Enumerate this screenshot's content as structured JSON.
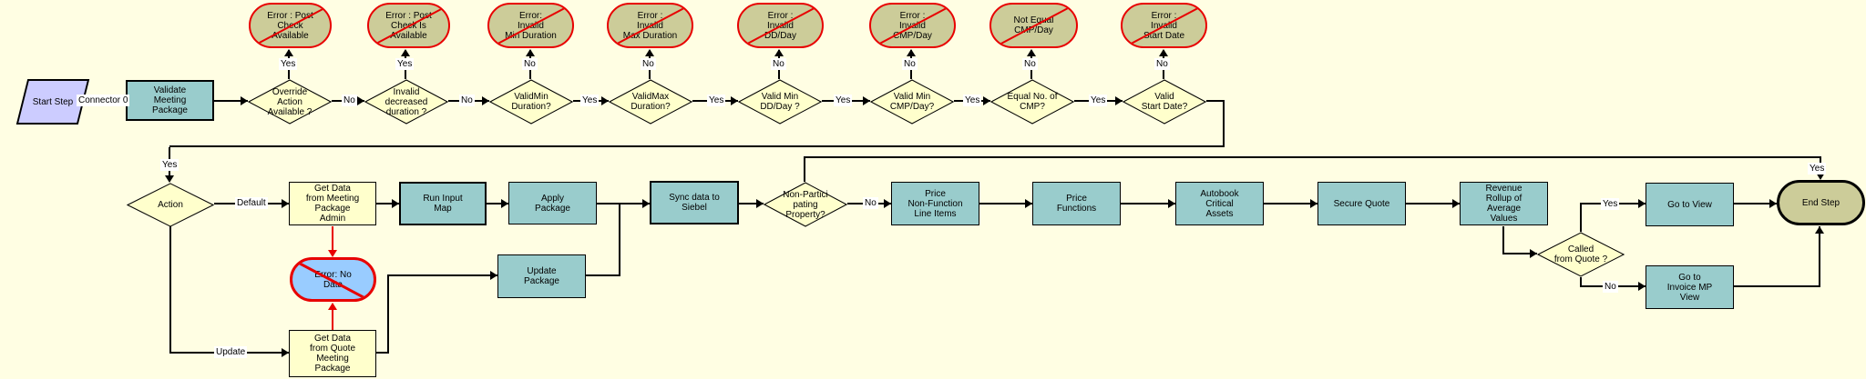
{
  "colors": {
    "background": "#FFFEE3",
    "task_fill": "#99CCCC",
    "decision_fill": "#FFFFCC",
    "data_step_fill": "#FFFFCC",
    "error_stop_fill": "#CCCC99",
    "exception_stop_fill": "#99CCFF",
    "start_fill": "#CCCCFF",
    "end_fill": "#CCCC99",
    "error_stroke": "#E80000",
    "connector": "#000000"
  },
  "nodes": {
    "start_step": {
      "label": "Start Step"
    },
    "validate_meeting_package": {
      "label": "Validate\nMeeting\nPackage"
    },
    "err_post_check_available": {
      "label": "Error : Post\nCheck\nAvailable"
    },
    "err_post_check_is_available": {
      "label": "Error : Post\nCheck Is\nAvailable"
    },
    "err_invalid_min_duration": {
      "label": "Error:\nInvalid\nMin Duration"
    },
    "err_invalid_max_duration": {
      "label": "Error :\nInvalid\nMax Duration"
    },
    "err_invalid_dd_day": {
      "label": "Error :\nInvalid\nDD/Day"
    },
    "err_invalid_cmp_day": {
      "label": "Error :\nInvalid\nCMP/Day"
    },
    "err_not_equal_cmp_day": {
      "label": "Not Equal\nCMP/Day"
    },
    "err_invalid_start_date": {
      "label": "Error :\nInvalid\nStart Date"
    },
    "dec_override_action": {
      "label": "Override\nAction\nAvailable ?"
    },
    "dec_invalid_decreased": {
      "label": "Invalid\ndecreased\nduration ?"
    },
    "dec_validmin_duration": {
      "label": "ValidMin\nDuration?"
    },
    "dec_validmax_duration": {
      "label": "ValidMax\nDuration?"
    },
    "dec_valid_min_dd_day": {
      "label": "Valid Min\nDD/Day ?"
    },
    "dec_valid_min_cmp_day": {
      "label": "Valid Min\nCMP/Day?"
    },
    "dec_equal_no_cmp": {
      "label": "Equal No. of\nCMP?"
    },
    "dec_valid_start_date": {
      "label": "Valid\nStart Date?"
    },
    "dec_action": {
      "label": "Action"
    },
    "get_data_meeting_admin": {
      "label": "Get Data\nfrom Meeting\nPackage\nAdmin"
    },
    "run_input_map": {
      "label": "Run Input\nMap"
    },
    "apply_package": {
      "label": "Apply\nPackage"
    },
    "update_package": {
      "label": "Update\nPackage"
    },
    "err_no_data": {
      "label": "Error: No\nData"
    },
    "get_data_quote": {
      "label": "Get Data\nfrom Quote\nMeeting\nPackage"
    },
    "sync_data_siebel": {
      "label": "Sync data to\nSiebel"
    },
    "dec_non_participating": {
      "label": "Non-Partici\npating\nProperty?"
    },
    "price_non_function": {
      "label": "Price\nNon-Function\nLine Items"
    },
    "price_functions": {
      "label": "Price\nFunctions"
    },
    "autobook_critical_assets": {
      "label": "Autobook\nCritical\nAssets"
    },
    "secure_quote": {
      "label": "Secure Quote"
    },
    "revenue_rollup": {
      "label": "Revenue\nRollup of\nAverage\nValues"
    },
    "dec_called_from_quote": {
      "label": "Called\nfrom Quote ?"
    },
    "go_to_view": {
      "label": "Go to View"
    },
    "go_to_invoice_mp_view": {
      "label": "Go to\nInvoice MP\nView"
    },
    "end_step": {
      "label": "End Step"
    }
  },
  "edge_labels": {
    "connector0": "Connector 0",
    "override_yes": "Yes",
    "override_no": "No",
    "invalid_decreased_yes": "Yes",
    "invalid_decreased_no": "No",
    "validmin_no": "No",
    "validmin_yes": "Yes",
    "validmax_no": "No",
    "validmax_yes": "Yes",
    "dd_day_no": "No",
    "dd_day_yes": "Yes",
    "cmp_day_no": "No",
    "cmp_day_yes": "Yes",
    "equal_cmp_no": "No",
    "equal_cmp_yes": "Yes",
    "start_date_no": "No",
    "start_date_yes": "Yes",
    "action_default": "Default",
    "action_update": "Update",
    "non_participating_no": "No",
    "non_participating_yes": "Yes",
    "called_yes": "Yes",
    "called_no": "No"
  }
}
